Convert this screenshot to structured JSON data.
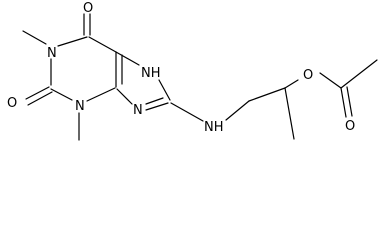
{
  "diagram": {
    "type": "chemical-structure",
    "atom_labels": {
      "O_top": "O",
      "N1": "N",
      "NH7": "NH",
      "O_left": "O",
      "N3": "N",
      "N9": "N",
      "NH_amine": "NH",
      "O_ester": "O",
      "O_carbonyl": "O"
    },
    "colors": {
      "bonds": "#000000",
      "text": "#000000",
      "background": "#ffffff"
    }
  }
}
